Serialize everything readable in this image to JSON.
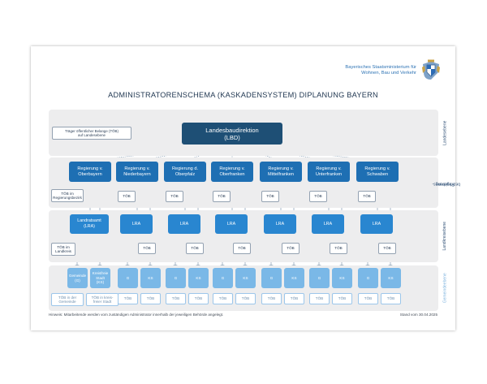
{
  "ministry": {
    "line1": "Bayerisches Staatsministerium für",
    "line2": "Wohnen, Bau und Verkehr",
    "crest": "bavarian-coat-of-arms-icon"
  },
  "title": "ADMINISTRATORENSCHEMA (KASKADENSYSTEM) DIPLANUNG BAYERN",
  "levels": {
    "landesebene": "Landesebene",
    "regierung_1": "Regierungs-",
    "regierung_2": "bezirksebene",
    "landkreis": "Landkreisebene",
    "gemeinde": "Gemeindeebene"
  },
  "toeb_landesebene": {
    "line1": "Träger öffentlicher Belange (TÖB)",
    "line2": "auf Landesebene"
  },
  "lbd": {
    "line1": "Landesbaudirektion",
    "line2": "(LBD)"
  },
  "regierungen": [
    {
      "line1": "Regierung v.",
      "line2": "Oberbayern"
    },
    {
      "line1": "Regierung v.",
      "line2": "Niederbayern"
    },
    {
      "line1": "Regierung d.",
      "line2": "Oberpfalz"
    },
    {
      "line1": "Regierung v.",
      "line2": "Oberfranken"
    },
    {
      "line1": "Regierung v.",
      "line2": "Mittelfranken"
    },
    {
      "line1": "Regierung v.",
      "line2": "Unterfranken"
    },
    {
      "line1": "Regierung v.",
      "line2": "Schwaben"
    }
  ],
  "toeb_regierung": {
    "line1": "TÖB im",
    "line2": "Regierungsbezirk"
  },
  "toeb_label": "TÖB",
  "landratsamt": {
    "line1": "Landratsamt",
    "line2": "(LRA)"
  },
  "lra_label": "LRA",
  "toeb_landkreis": {
    "line1": "TÖB im",
    "line2": "Landkreis"
  },
  "gemeinde": {
    "line1": "Gemeinde",
    "line2": "(G)"
  },
  "kreisfreie_stadt": {
    "line1": "Kreisfreie",
    "line2": "Stadt",
    "line3": "(KS)"
  },
  "g_label": "G",
  "ks_label": "KS",
  "toeb_gemeinde": {
    "line1": "TÖB in der",
    "line2": "Gemeinde"
  },
  "toeb_ks": {
    "line1": "TÖB in kreis-",
    "line2": "freier Stadt"
  },
  "footer": {
    "note": "Hinweis: Mitarbeitende werden vom zuständigen Administrator innerhalb der jeweiligen Behörde angelegt.",
    "date": "Stand vom 30.04.2025"
  },
  "colors": {
    "lbd": "#1e4f75",
    "regierung": "#1e6fb3",
    "lra": "#2986d0",
    "gemeinde": "#7ab8e7",
    "band": "#ededee"
  }
}
